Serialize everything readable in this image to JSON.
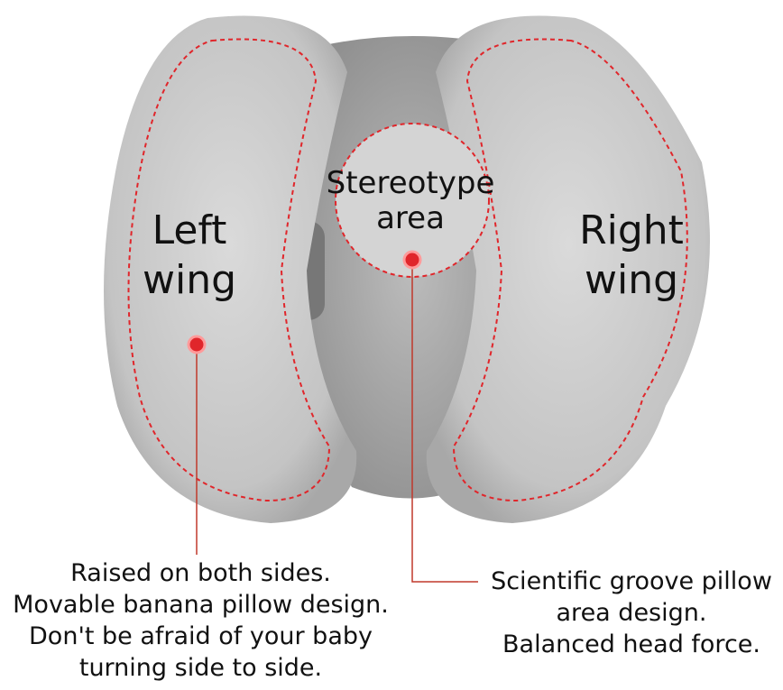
{
  "labels": {
    "left_wing": [
      "Left",
      "wing"
    ],
    "center": [
      "Stereotype",
      "area"
    ],
    "right_wing": [
      "Right",
      "wing"
    ]
  },
  "captions": {
    "left": [
      "Raised on both sides.",
      "Movable banana pillow design.",
      "Don't be afraid of your baby",
      "turning side to side."
    ],
    "right": [
      "Scientific groove pillow",
      "area design.",
      "Balanced head force."
    ]
  },
  "colors": {
    "accent": "#e0262b",
    "fabric": "#c9c9c9",
    "fabric_dark": "#9a9a9a"
  }
}
